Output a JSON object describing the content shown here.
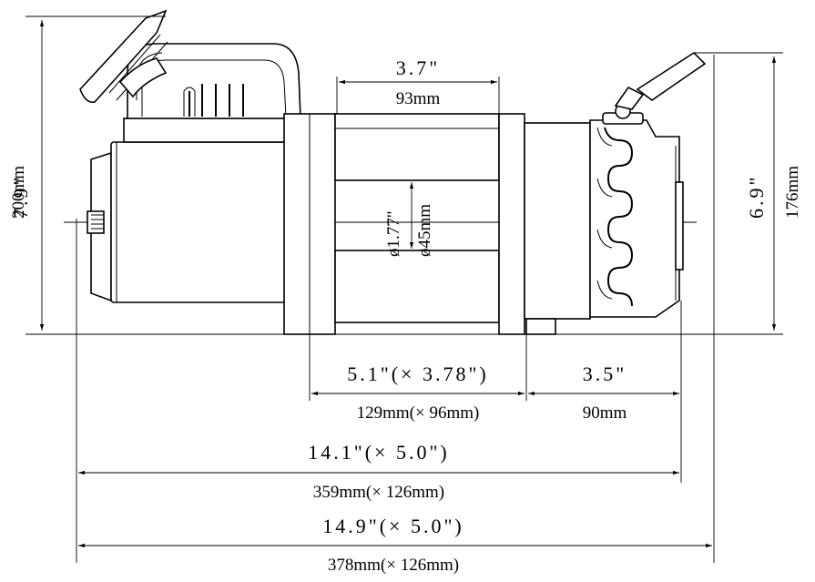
{
  "dimensions": {
    "overall_height": {
      "inch": "7.9\"",
      "mm": "200mm"
    },
    "right_height": {
      "inch": "6.9\"",
      "mm": "176mm"
    },
    "drum_length": {
      "inch": "3.7\"",
      "mm": "93mm"
    },
    "drum_diameter": {
      "inch": "ø1.77\"",
      "mm": "ø45mm"
    },
    "mounting_span": {
      "inch": "5.1\"(× 3.78\")",
      "mm": "129mm(× 96mm)"
    },
    "gearbox_length": {
      "inch": "3.5\"",
      "mm": "90mm"
    },
    "body_length": {
      "inch": "14.1\"(× 5.0\")",
      "mm": "359mm(× 126mm)"
    },
    "overall_length": {
      "inch": "14.9\"(× 5.0\")",
      "mm": "378mm(× 126mm)"
    }
  }
}
